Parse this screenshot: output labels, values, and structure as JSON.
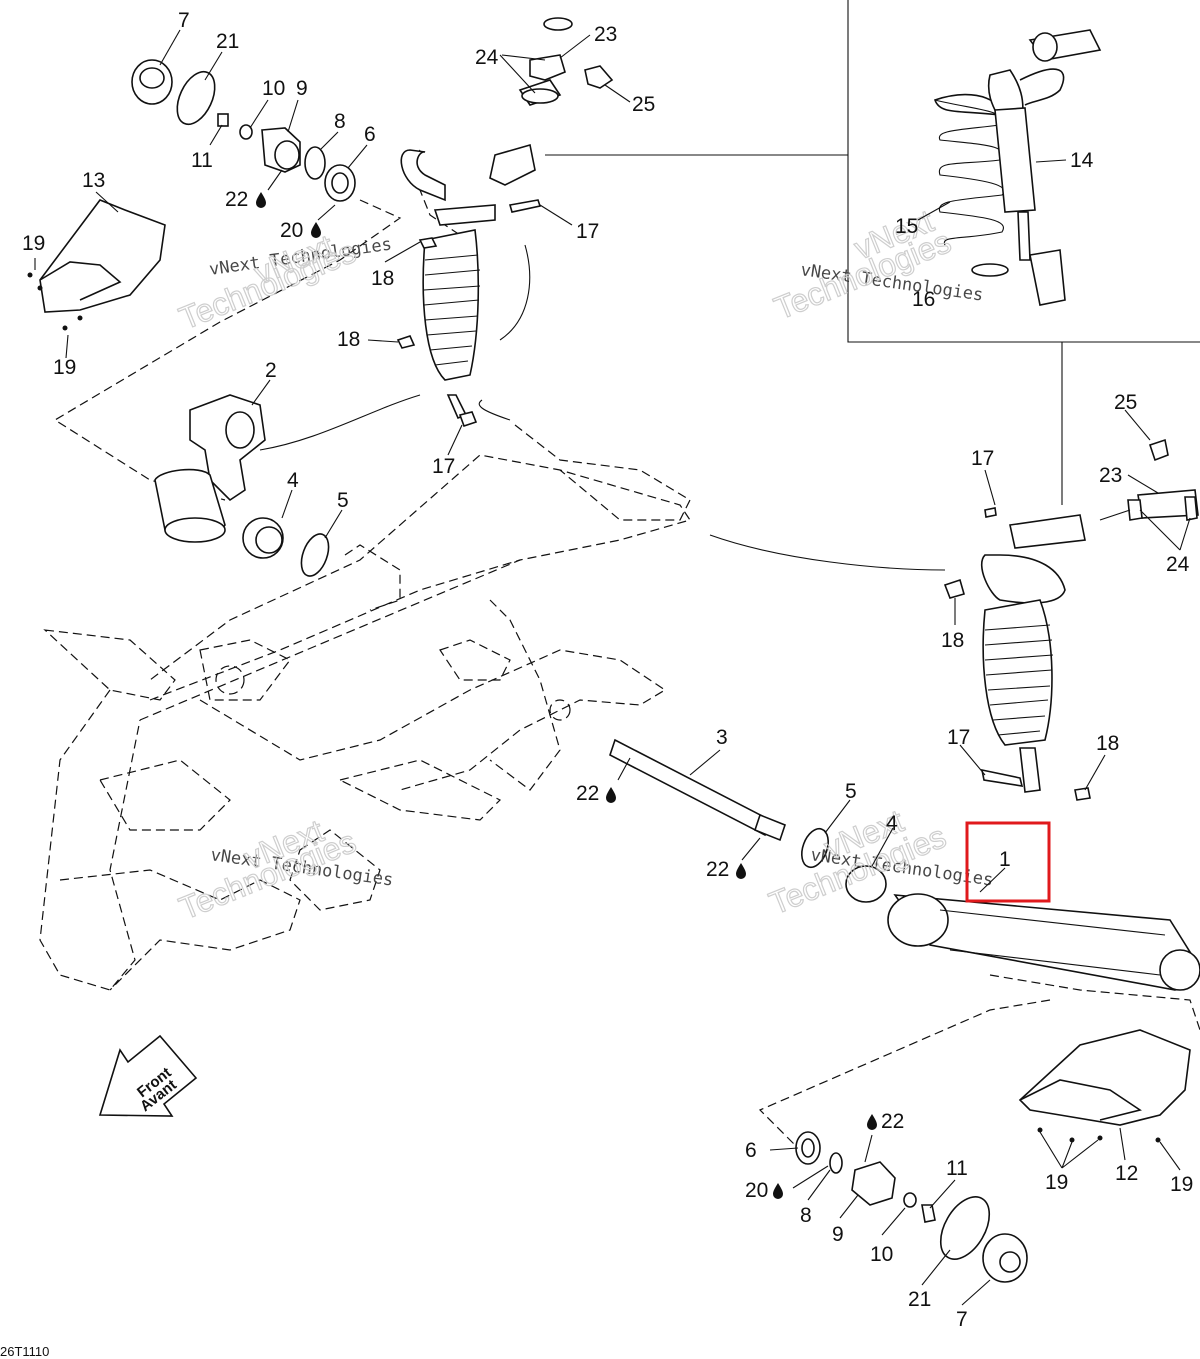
{
  "callouts": [
    {
      "id": "c7a",
      "text": "7"
    },
    {
      "id": "c21a",
      "text": "21"
    },
    {
      "id": "c10a",
      "text": "10"
    },
    {
      "id": "c9a",
      "text": "9"
    },
    {
      "id": "c8a",
      "text": "8"
    },
    {
      "id": "c6a",
      "text": "6"
    },
    {
      "id": "c11a",
      "text": "11"
    },
    {
      "id": "c22a",
      "text": "22"
    },
    {
      "id": "c20a",
      "text": "20"
    },
    {
      "id": "c13",
      "text": "13"
    },
    {
      "id": "c19a",
      "text": "19"
    },
    {
      "id": "c19b",
      "text": "19"
    },
    {
      "id": "c24a",
      "text": "24"
    },
    {
      "id": "c23a",
      "text": "23"
    },
    {
      "id": "c25a",
      "text": "25"
    },
    {
      "id": "c17a",
      "text": "17"
    },
    {
      "id": "c18a",
      "text": "18"
    },
    {
      "id": "c18b",
      "text": "18"
    },
    {
      "id": "c2",
      "text": "2"
    },
    {
      "id": "c17b",
      "text": "17"
    },
    {
      "id": "c4a",
      "text": "4"
    },
    {
      "id": "c5a",
      "text": "5"
    },
    {
      "id": "c14",
      "text": "14"
    },
    {
      "id": "c15",
      "text": "15"
    },
    {
      "id": "c16",
      "text": "16"
    },
    {
      "id": "c25b",
      "text": "25"
    },
    {
      "id": "c17c",
      "text": "17"
    },
    {
      "id": "c23b",
      "text": "23"
    },
    {
      "id": "c24b",
      "text": "24"
    },
    {
      "id": "c18c",
      "text": "18"
    },
    {
      "id": "c3",
      "text": "3"
    },
    {
      "id": "c22b",
      "text": "22"
    },
    {
      "id": "c17d",
      "text": "17"
    },
    {
      "id": "c18d",
      "text": "18"
    },
    {
      "id": "c5b",
      "text": "5"
    },
    {
      "id": "c4b",
      "text": "4"
    },
    {
      "id": "c22c",
      "text": "22"
    },
    {
      "id": "c1",
      "text": "1"
    },
    {
      "id": "c6b",
      "text": "6"
    },
    {
      "id": "c22d",
      "text": "22"
    },
    {
      "id": "c20b",
      "text": "20"
    },
    {
      "id": "c8b",
      "text": "8"
    },
    {
      "id": "c9b",
      "text": "9"
    },
    {
      "id": "c11b",
      "text": "11"
    },
    {
      "id": "c10b",
      "text": "10"
    },
    {
      "id": "c21b",
      "text": "21"
    },
    {
      "id": "c7b",
      "text": "7"
    },
    {
      "id": "c19c",
      "text": "19"
    },
    {
      "id": "c12",
      "text": "12"
    },
    {
      "id": "c19d",
      "text": "19"
    }
  ],
  "watermark": {
    "line1": "vNext Technologies",
    "line2": "vNext",
    "line3": "Technologies"
  },
  "front_arrow": {
    "line1": "Front",
    "line2": "Avant"
  },
  "drawing_code": "26T1110",
  "highlight": {
    "callout": "1",
    "color": "#e0191c"
  },
  "lubricant_icon": "oil-drop-icon"
}
